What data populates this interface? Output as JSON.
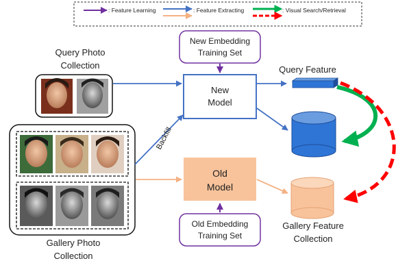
{
  "legend": {
    "feature_learning": ": Feature Learning",
    "feature_extracting": ": Feature Extracting",
    "visual_search": ": Visual Search/Retrieval"
  },
  "query_collection": {
    "line1": "Query Photo",
    "line2": "Collection"
  },
  "new_training_set": {
    "line1": "New Embedding",
    "line2": "Training Set"
  },
  "new_model": {
    "line1": "New",
    "line2": "Model"
  },
  "query_feature": "Query Feature",
  "backfill": "Backfill",
  "old_model": {
    "line1": "Old",
    "line2": "Model"
  },
  "old_training_set": {
    "line1": "Old Embedding",
    "line2": "Training Set"
  },
  "gallery_feature": {
    "line1": "Gallery Feature",
    "line2": "Collection"
  },
  "gallery_collection": {
    "line1": "Gallery Photo",
    "line2": "Collection"
  },
  "photo_groups": {
    "query_faces": 2,
    "gallery_top_faces": 3,
    "gallery_bottom_faces": 3
  },
  "colors": {
    "feature_learning": "#7030a0",
    "feature_extracting_new": "#4472c4",
    "feature_extracting_old": "#f4b183",
    "visual_search_green": "#00b050",
    "visual_search_red": "#ff0000",
    "new_feature_fill": "#2e75d6",
    "old_feature_fill": "#f8c39b",
    "old_model_fill": "#f8c39b"
  }
}
